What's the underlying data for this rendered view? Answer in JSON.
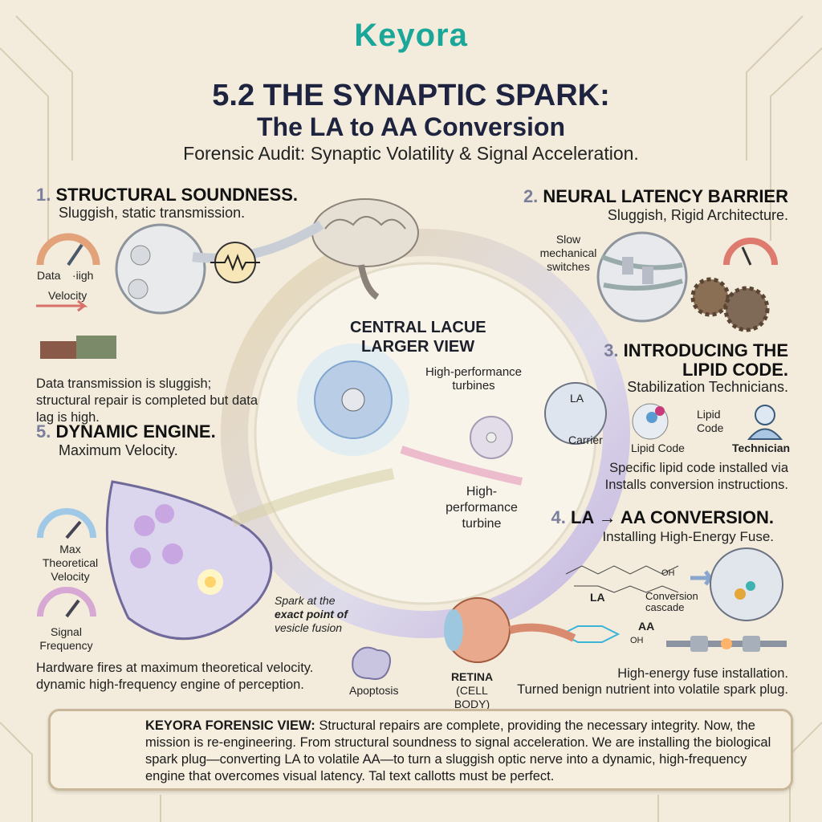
{
  "brand": {
    "logo": "Keyora",
    "color": "#1aa79a"
  },
  "header": {
    "title": "5.2 THE SYNAPTIC SPARK:",
    "subtitle": "The LA to AA Conversion",
    "tagline": "Forensic Audit: Synaptic Volatility & Signal Acceleration."
  },
  "sections": {
    "s1": {
      "num": "1.",
      "title": "STRUCTURAL SOUNDNESS.",
      "sub": "Sluggish, static transmission.",
      "gauge_labels": [
        "Data",
        "·iigh",
        "Velocity"
      ],
      "body": "Data transmission is sluggish; structural repair is completed but data lag is high."
    },
    "s2": {
      "num": "2.",
      "title": "NEURAL LATENCY BARRIER",
      "sub": "Sluggish, Rigid Architecture.",
      "callout": "Slow mechanical switches"
    },
    "s3": {
      "num": "3.",
      "title_line1": "INTRODUCING THE",
      "title_line2": "LIPID CODE.",
      "sub": "Stabilization Technicians.",
      "labels": {
        "la": "LA",
        "carrier": "Carrier",
        "lipid_code": "Lipid Code",
        "lipid_code_tag": "Lipid Code",
        "technician": "Technician"
      },
      "body_line1": "Specific lipid code installed via",
      "body_line2": "Installs conversion instructions."
    },
    "s4": {
      "num": "4.",
      "title": "LA → AA CONVERSION.",
      "sub": "Installing High-Energy Fuse.",
      "labels": {
        "la": "LA",
        "cascade": "Conversion cascade",
        "aa": "AA",
        "oh1": "OH",
        "oh2": "OH"
      },
      "body_line1": "High-energy fuse installation.",
      "body_line2": "Turned benign nutrient into volatile spark plug."
    },
    "s5": {
      "num": "5.",
      "title": "DYNAMIC ENGINE.",
      "sub": "Maximum Velocity.",
      "gauge1": "Max Theoretical Velocity",
      "gauge2": "Signal Frequency",
      "spark_a": "Spark at the",
      "spark_b": "exact point of",
      "spark_c": "vesicle fusion",
      "body": "Hardware fires at maximum theoretical velocity. dynamic high-frequency engine of perception."
    }
  },
  "center": {
    "title_line1": "CENTRAL LACUE",
    "title_line2": "LARGER VIEW",
    "turbines": "High-performance turbines",
    "turbine": "High- performance turbine",
    "apoptosis": "Apoptosis",
    "retina": "RETINA",
    "cell_body": "(CELL BODY)"
  },
  "footer": {
    "label": "KEYORA FORENSIC VIEW:",
    "text": " Structural repairs are complete, providing the necessary integrity. Now, the mission is re-engineering. From structural soundness to signal acceleration. We are installing the biological spark plug—converting LA to volatile AA—to turn a sluggish optic nerve into a dynamic, high-frequency engine that overcomes visual latency. Tal text callotts must be perfect."
  }
}
